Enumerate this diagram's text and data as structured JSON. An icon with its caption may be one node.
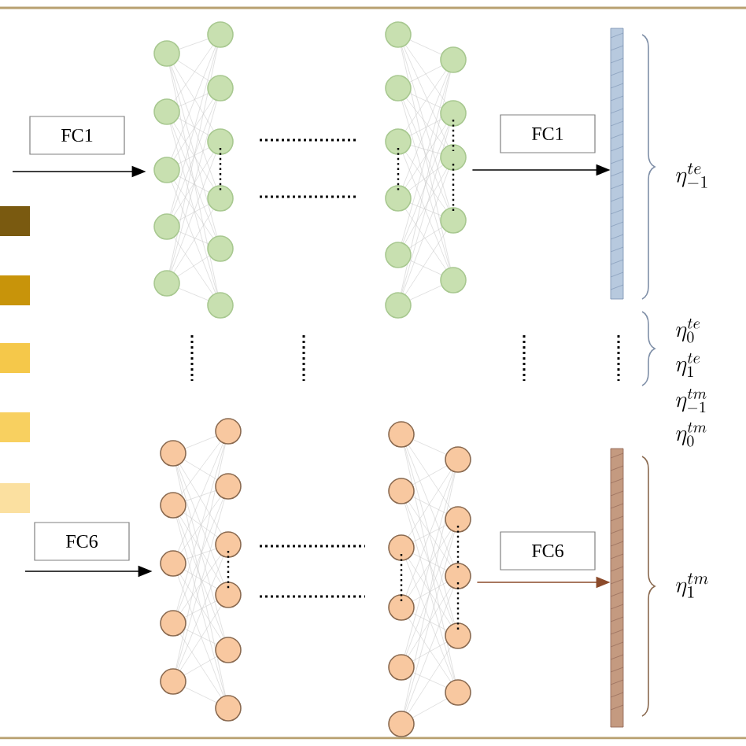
{
  "diagram": {
    "nodes": [
      {
        "text": [],
        "shape": "network"
      },
      {
        "text": [],
        "shape": "network"
      },
      {
        "text": [],
        "shape": "bar"
      },
      {
        "text": [],
        "shape": "network"
      },
      {
        "text": [],
        "shape": "network"
      },
      {
        "text": [],
        "shape": "bar"
      }
    ],
    "edges": [
      {
        "from": null,
        "to": 0,
        "arrow": "to",
        "label": "FC1"
      },
      {
        "from": 1,
        "to": 2,
        "arrow": "to",
        "label": "FC1"
      },
      {
        "from": null,
        "to": 3,
        "arrow": "to",
        "label": "FC6"
      },
      {
        "from": 4,
        "to": 5,
        "arrow": "to",
        "label": "FC6",
        "color": "#8b4a2a"
      }
    ],
    "labels": [
      "\\eta_{-1}^{te}",
      "\\eta_{0}^{te}",
      "\\eta_{1}^{te}",
      "\\eta_{-1}^{tm}",
      "\\eta_{0}^{tm}",
      "\\eta_{1}^{tm}"
    ]
  }
}
